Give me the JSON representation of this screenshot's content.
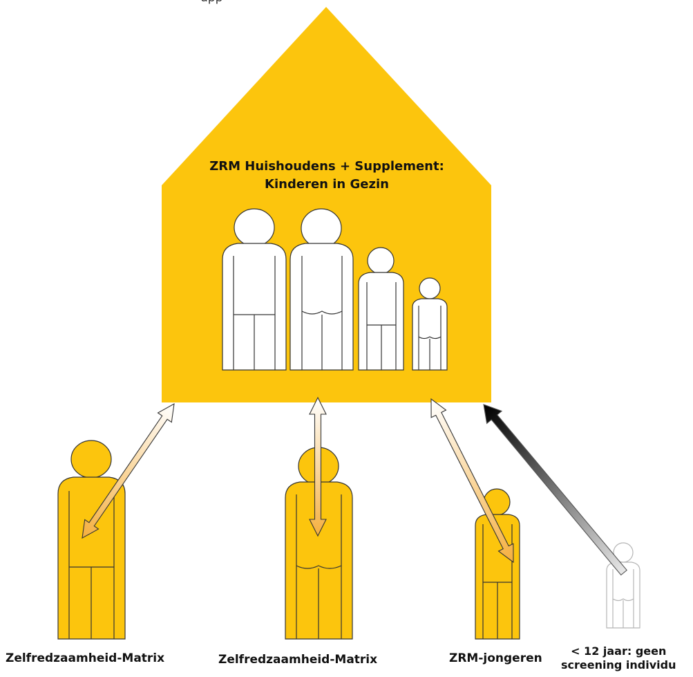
{
  "top_fragment": "upp",
  "house": {
    "title_line1": "ZRM Huishoudens + Supplement:",
    "title_line2": "Kinderen in Gezin",
    "color": "#FCC50D"
  },
  "individuals": [
    {
      "label": "Zelfredzaamheid-Matrix",
      "color": "#FCC50D"
    },
    {
      "label": "Zelfredzaamheid-Matrix",
      "color": "#FCC50D"
    },
    {
      "label": "ZRM-jongeren",
      "color": "#FCC50D"
    },
    {
      "label_line1": "< 12 jaar: geen",
      "label_line2": "screening individu",
      "color": "#FFFFFF"
    }
  ],
  "colors": {
    "outline": "#222222",
    "arrow_light": "#FCC50D",
    "arrow_dark": "#000000"
  }
}
